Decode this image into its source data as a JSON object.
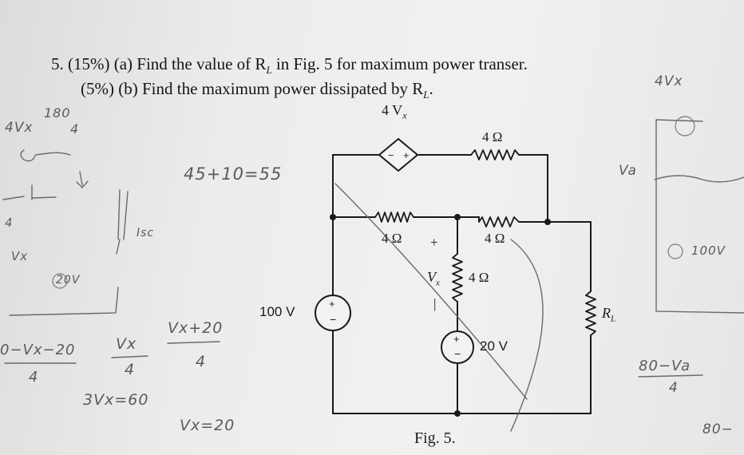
{
  "problem": {
    "line1": "5. (15%) (a) Find the value of R",
    "line1_sub": "L",
    "line1_end": " in Fig. 5 for maximum power transer.",
    "line2": "(5%) (b) Find the maximum power dissipated by R",
    "line2_sub": "L",
    "line2_end": "."
  },
  "circuit": {
    "dep_source": "4 V",
    "dep_source_sub": "x",
    "r_top": "4 Ω",
    "r_left": "4 Ω",
    "r_mid": "4 Ω",
    "r_vert": "4 Ω",
    "vx_label": "V",
    "vx_sub": "x",
    "vx_plus": "+",
    "vx_minus": "|",
    "source_100": "100 V",
    "source_20": "20 V",
    "rl_label": "R",
    "rl_sub": "L",
    "figure": "Fig. 5."
  },
  "handwriting": {
    "a1": "4Vx",
    "a2": "180",
    "a3": "4",
    "a4": "45+10=55",
    "a5": "Isc",
    "a6": "Vx",
    "a7": "4",
    "a8": "20V",
    "a9": "0−Vx−20",
    "a10": "4",
    "a11": "Vx",
    "a12": "4",
    "a13": "Vx+20",
    "a14": "4",
    "a15": "3Vx=60",
    "a16": "Vx=20",
    "b1": "4Vx",
    "b2": "Va",
    "b3": "100V",
    "b4": "80−Va",
    "b5": "4",
    "b6": "80−"
  }
}
